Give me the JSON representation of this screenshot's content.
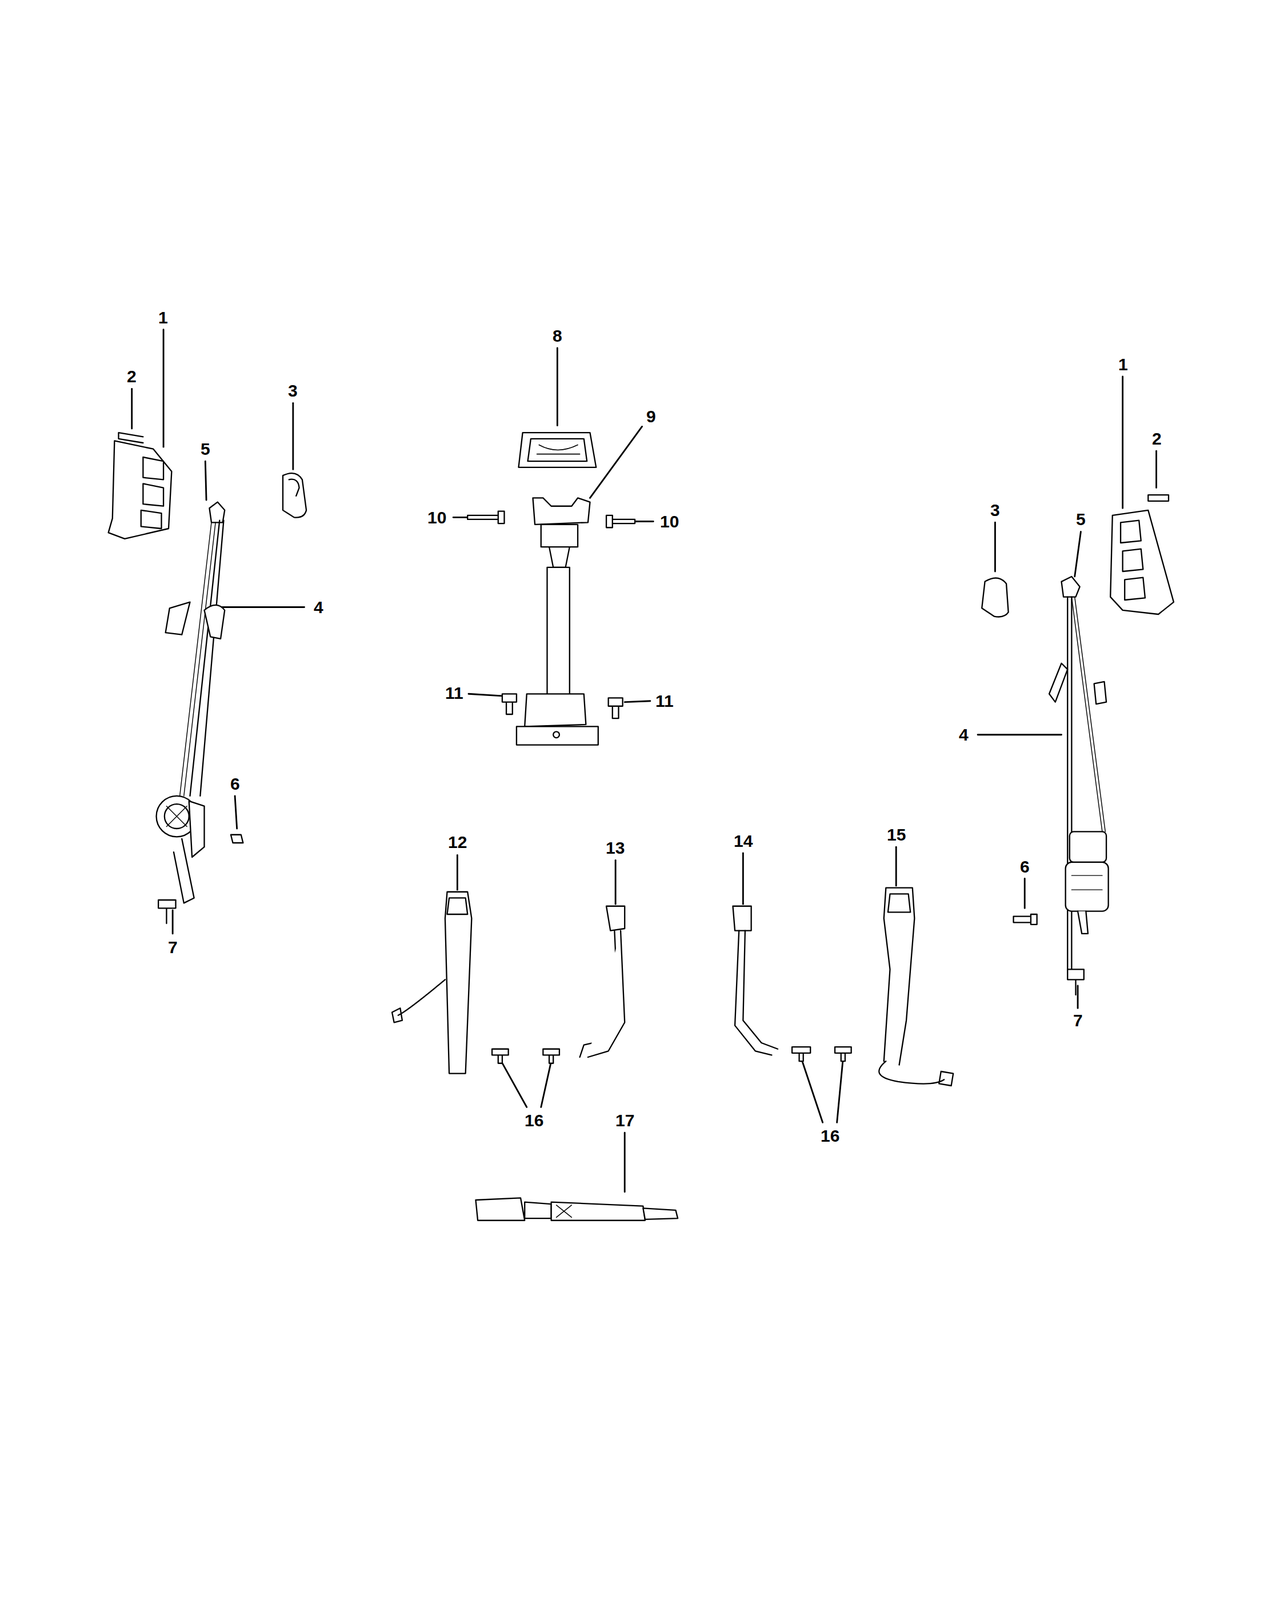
{
  "diagram": {
    "labels": [
      "1",
      "2",
      "3",
      "5",
      "4",
      "6",
      "7",
      "8",
      "9",
      "10",
      "10",
      "11",
      "11",
      "1",
      "2",
      "3",
      "5",
      "4",
      "6",
      "7",
      "12",
      "13",
      "14",
      "15",
      "16",
      "17",
      "16"
    ]
  }
}
